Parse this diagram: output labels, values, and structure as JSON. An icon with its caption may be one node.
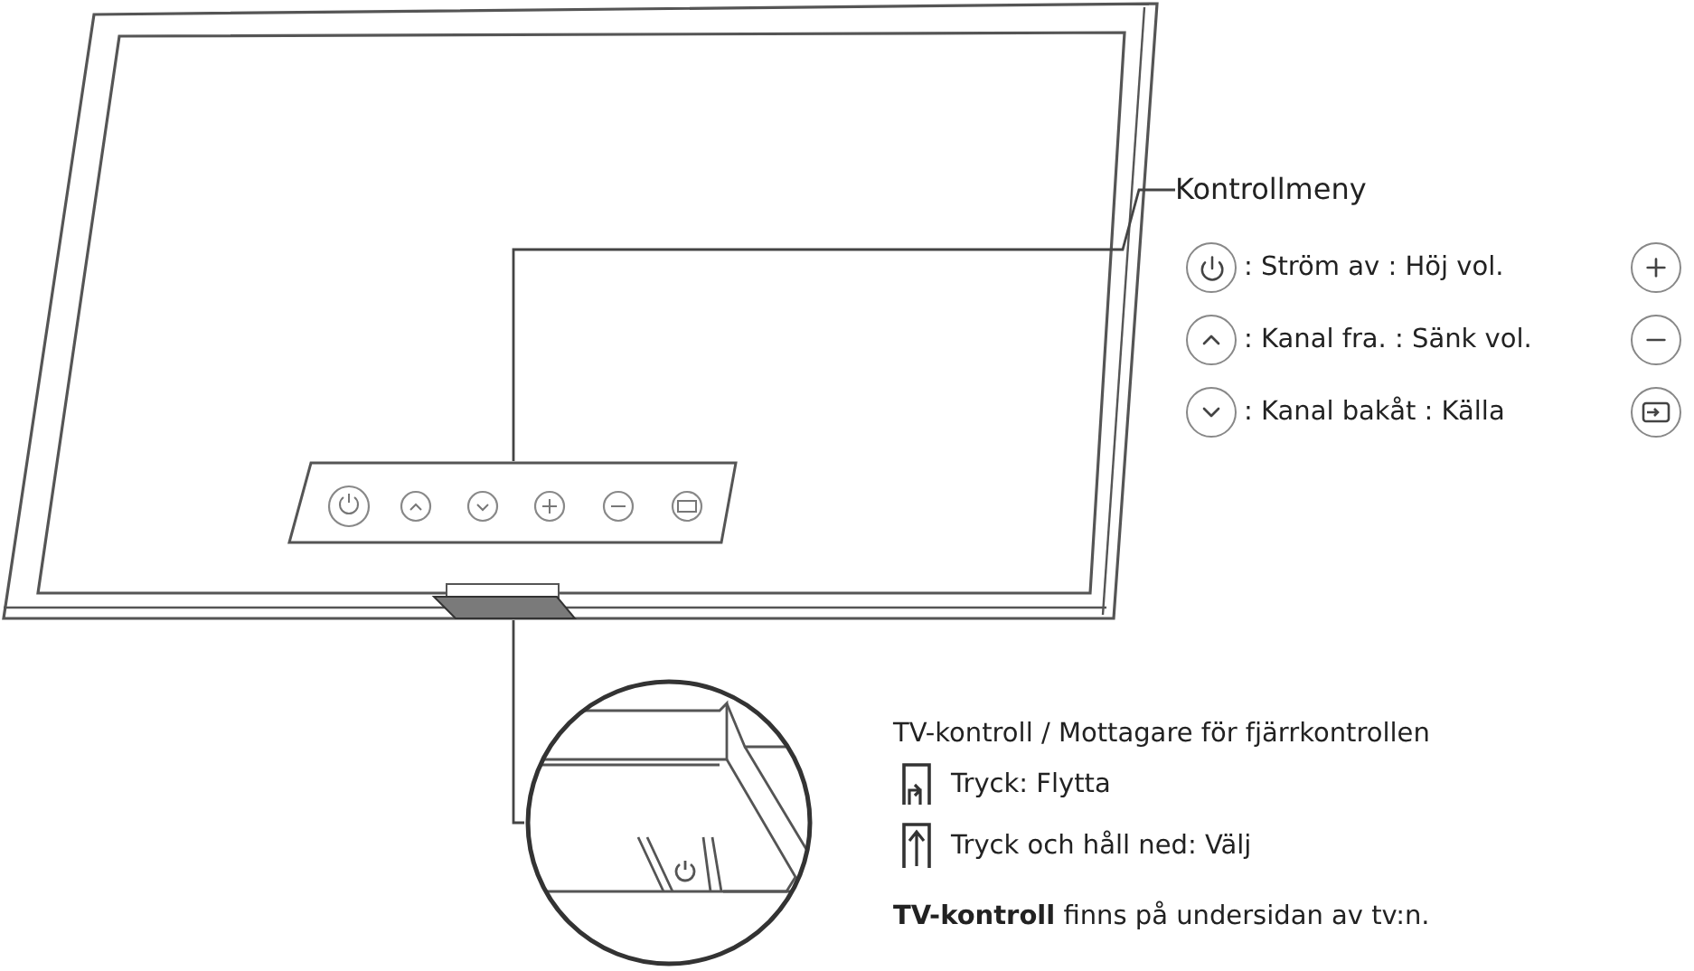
{
  "diagram": {
    "nodes": [
      {
        "text": [],
        "shape": "box"
      },
      {
        "text": [
          "Kontrollmeny"
        ]
      },
      {
        "text": [],
        "shape": "box"
      },
      {
        "text": [],
        "shape": "picture"
      }
    ],
    "edges": [
      {
        "from": 1,
        "to": 0,
        "arrow": "none"
      },
      {
        "from": 2,
        "to": 3,
        "arrow": "none"
      }
    ],
    "labels": [
      ": Ström av : Höj vol.",
      ": Kanal fra. : Sänk vol.",
      ": Kanal bakåt : Källa",
      "TV-kontroll / Mottagare för fjärrkontrollen",
      "Tryck: Flytta",
      "Tryck och håll ned: Välj",
      "**TV-kontroll** finns på undersidan av tv:n."
    ]
  }
}
